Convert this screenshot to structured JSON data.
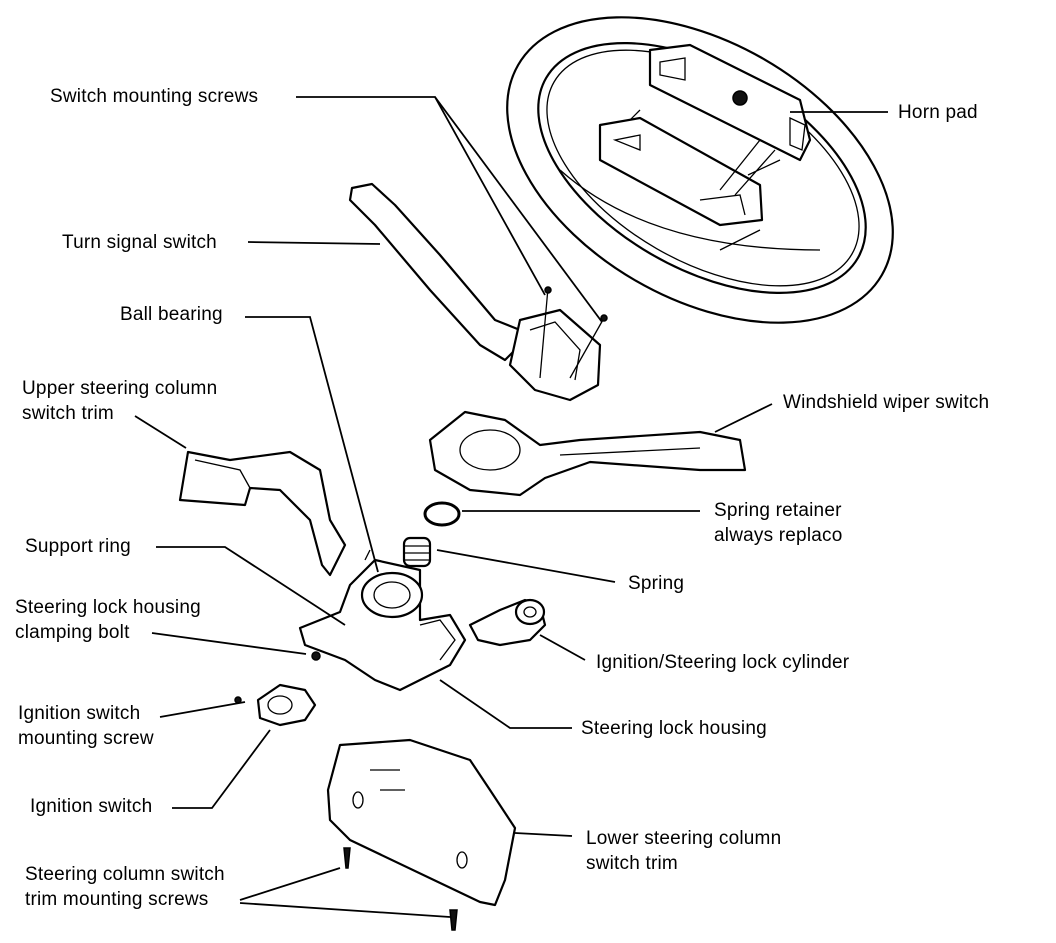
{
  "labels": {
    "switch_mounting_screws": "Switch mounting screws",
    "horn_pad": "Horn pad",
    "turn_signal_switch": "Turn signal switch",
    "ball_bearing": "Ball bearing",
    "upper_trim": [
      "Upper steering column",
      "switch trim"
    ],
    "windshield_wiper_switch": "Windshield wiper switch",
    "spring_retainer": [
      "Spring retainer",
      "always replaco"
    ],
    "support_ring": "Support ring",
    "spring": "Spring",
    "lock_housing_bolt": [
      "Steering lock housing",
      "clamping bolt"
    ],
    "lock_cylinder": "Ignition/Steering lock cylinder",
    "ignition_switch_screw": [
      "Ignition switch",
      "mounting screw"
    ],
    "steering_lock_housing": "Steering lock housing",
    "ignition_switch": "Ignition switch",
    "lower_trim": [
      "Lower steering column",
      "switch trim"
    ],
    "trim_screws": [
      "Steering column switch",
      "trim mounting screws"
    ]
  }
}
